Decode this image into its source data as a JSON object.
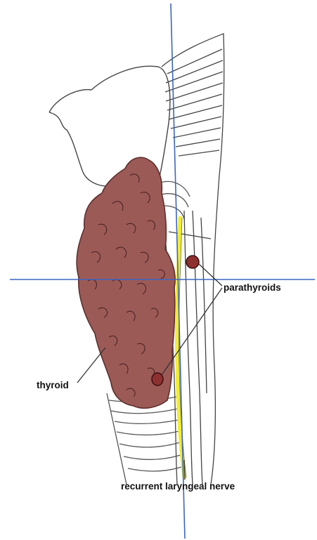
{
  "labels": {
    "parathyroids": "parathyroids",
    "thyroid": "thyroid",
    "nerve": "recurrent laryngeal nerve"
  },
  "colors": {
    "thyroid_fill": "#9c5a57",
    "parathyroid_fill": "#8e3030",
    "nerve": "#f2ee30",
    "reference_lines": "#3c66c0",
    "ink": "#333333"
  }
}
